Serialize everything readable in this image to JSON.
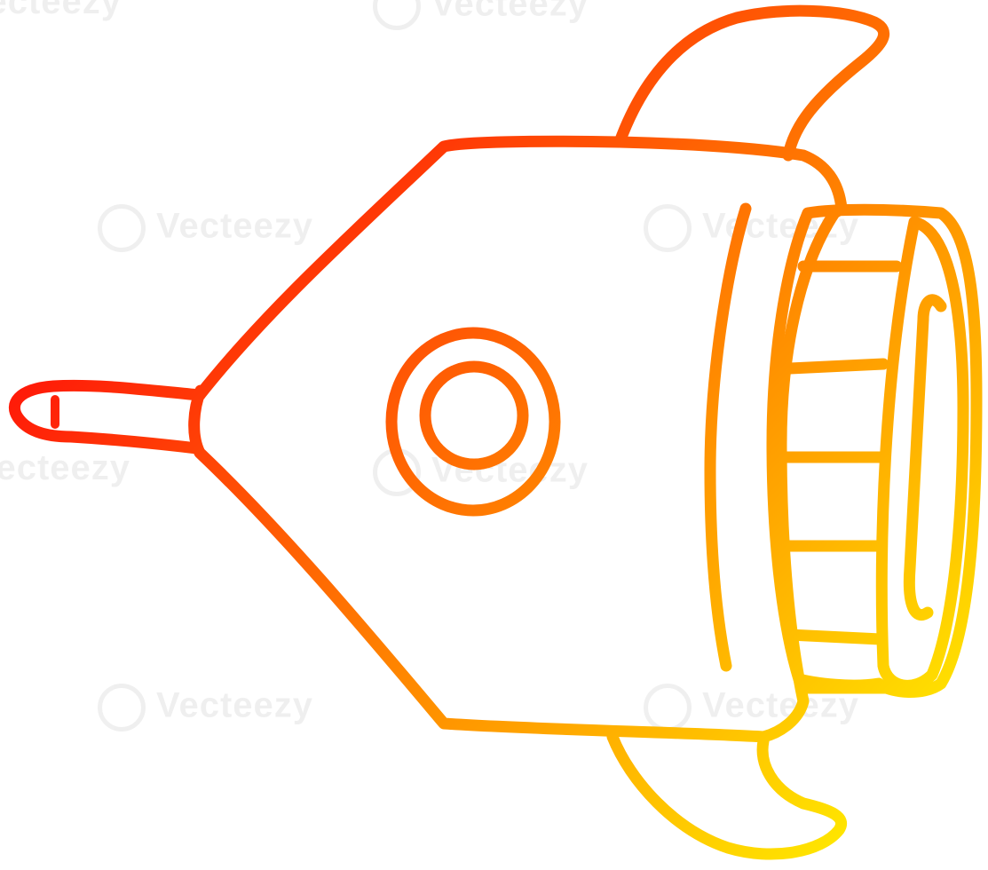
{
  "image": {
    "subject": "rocket-ship",
    "style": "line drawing",
    "gradient": {
      "start": "#ff0a0a",
      "mid": "#ff8a00",
      "end": "#ffee00"
    },
    "background": "#ffffff"
  },
  "watermark": {
    "text": "Vecteezy"
  }
}
